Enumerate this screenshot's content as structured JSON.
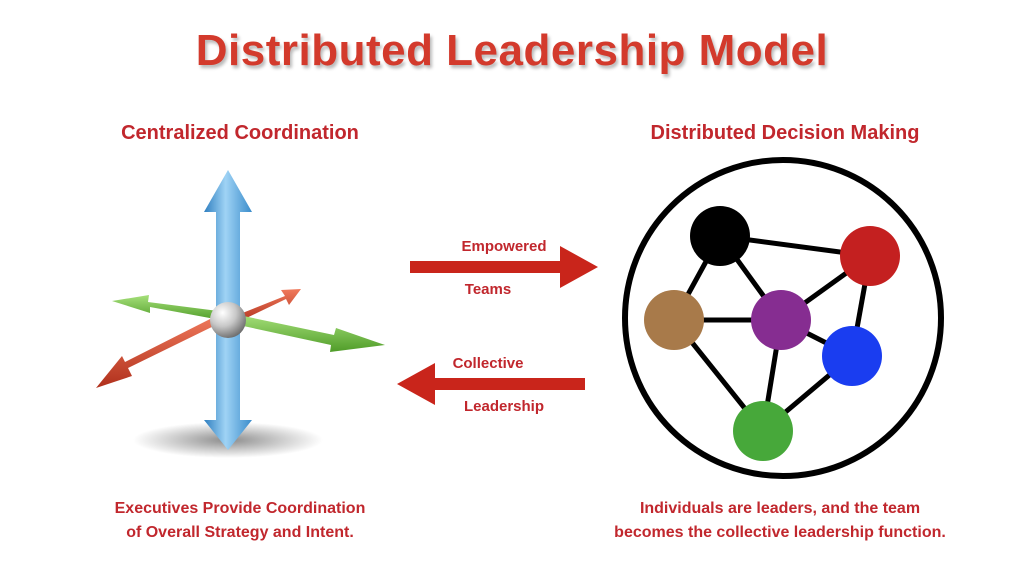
{
  "title": "Distributed Leadership Model",
  "left": {
    "heading": "Centralized Coordination",
    "caption_line1": "Executives Provide Coordination",
    "caption_line2": "of Overall Strategy and Intent."
  },
  "right": {
    "heading": "Distributed Decision Making",
    "caption_line1": "Individuals are leaders, and the team",
    "caption_line2": "becomes the collective leadership function."
  },
  "arrows": {
    "forward_top": "Empowered",
    "forward_bottom": "Teams",
    "back_top": "Collective",
    "back_bottom": "Leadership"
  },
  "colors": {
    "title": "#d33a2c",
    "text": "#c1272d",
    "arrow": "#c9251b",
    "axis_vertical": "#4a9fd6",
    "axis_green": "#6bbf3a",
    "axis_red": "#d2412a",
    "node_black": "#000000",
    "node_red": "#c42020",
    "node_brown": "#a87a4a",
    "node_purple": "#862d91",
    "node_blue": "#1a3df0",
    "node_green": "#47a83a"
  }
}
